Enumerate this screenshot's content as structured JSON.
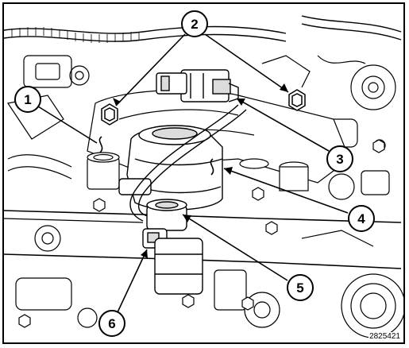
{
  "figure_id": "2825421",
  "callouts": [
    {
      "number": "1"
    },
    {
      "number": "2"
    },
    {
      "number": "3"
    },
    {
      "number": "4"
    },
    {
      "number": "5"
    },
    {
      "number": "6"
    }
  ],
  "colors": {
    "line": "#000000",
    "fill": "#ffffff",
    "shade": "#dcdcdc"
  }
}
